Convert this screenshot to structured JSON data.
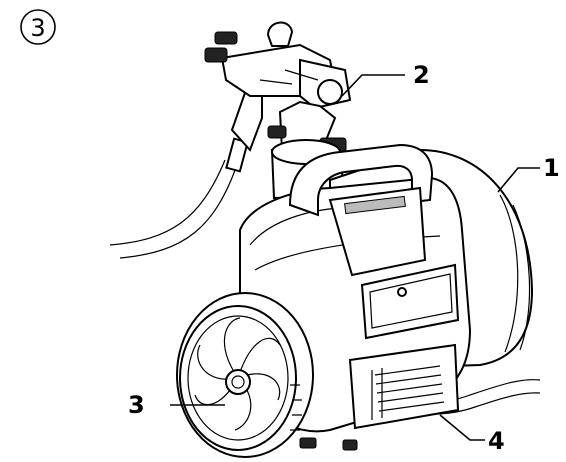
{
  "step_number": "3",
  "callouts": [
    {
      "id": "motor-housing",
      "label": "1"
    },
    {
      "id": "spray-gun",
      "label": "2"
    },
    {
      "id": "air-filter",
      "label": "3"
    },
    {
      "id": "vent-grille",
      "label": "4"
    }
  ],
  "colors": {
    "line": "#000000",
    "background": "#ffffff",
    "dark_part": "#222222"
  }
}
